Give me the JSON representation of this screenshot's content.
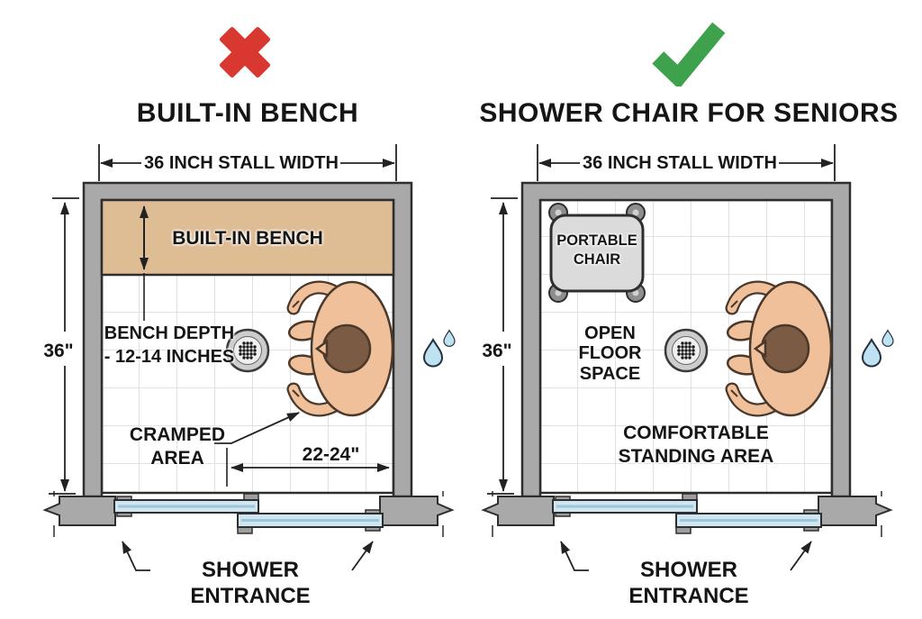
{
  "header": {
    "left": {
      "icon": "x-mark",
      "title": "BUILT-IN BENCH"
    },
    "right": {
      "icon": "checkmark",
      "title": "SHOWER CHAIR FOR SENIORS"
    }
  },
  "left_panel": {
    "stall_width_label": "36 INCH STALL WIDTH",
    "stall_depth_label": "36\"",
    "bench_label": "BUILT-IN BENCH",
    "bench_depth_label": "BENCH DEPTH\n- 12-14 INCHES",
    "cramped_label": "CRAMPED\nAREA",
    "clearance_label": "22-24\"",
    "entrance_label": "SHOWER ENTRANCE"
  },
  "right_panel": {
    "stall_width_label": "36 INCH STALL WIDTH",
    "stall_depth_label": "36\"",
    "chair_label": "PORTABLE\nCHAIR",
    "open_floor_label": "OPEN\nFLOOR\nSPACE",
    "standing_label": "COMFORTABLE\nSTANDING AREA",
    "entrance_label": "SHOWER ENTRANCE"
  },
  "colors": {
    "x_red": "#D93830",
    "check_green": "#3DA24B",
    "wall_gray": "#A9A9A9",
    "bench_tan": "#DEBC94",
    "glass_blue": "#CFE5F0",
    "skin_tone": "#EFC09A",
    "hair_brown": "#7B5B44",
    "water_blue": "#BFE2F2",
    "line_dark": "#2E2E2E"
  }
}
